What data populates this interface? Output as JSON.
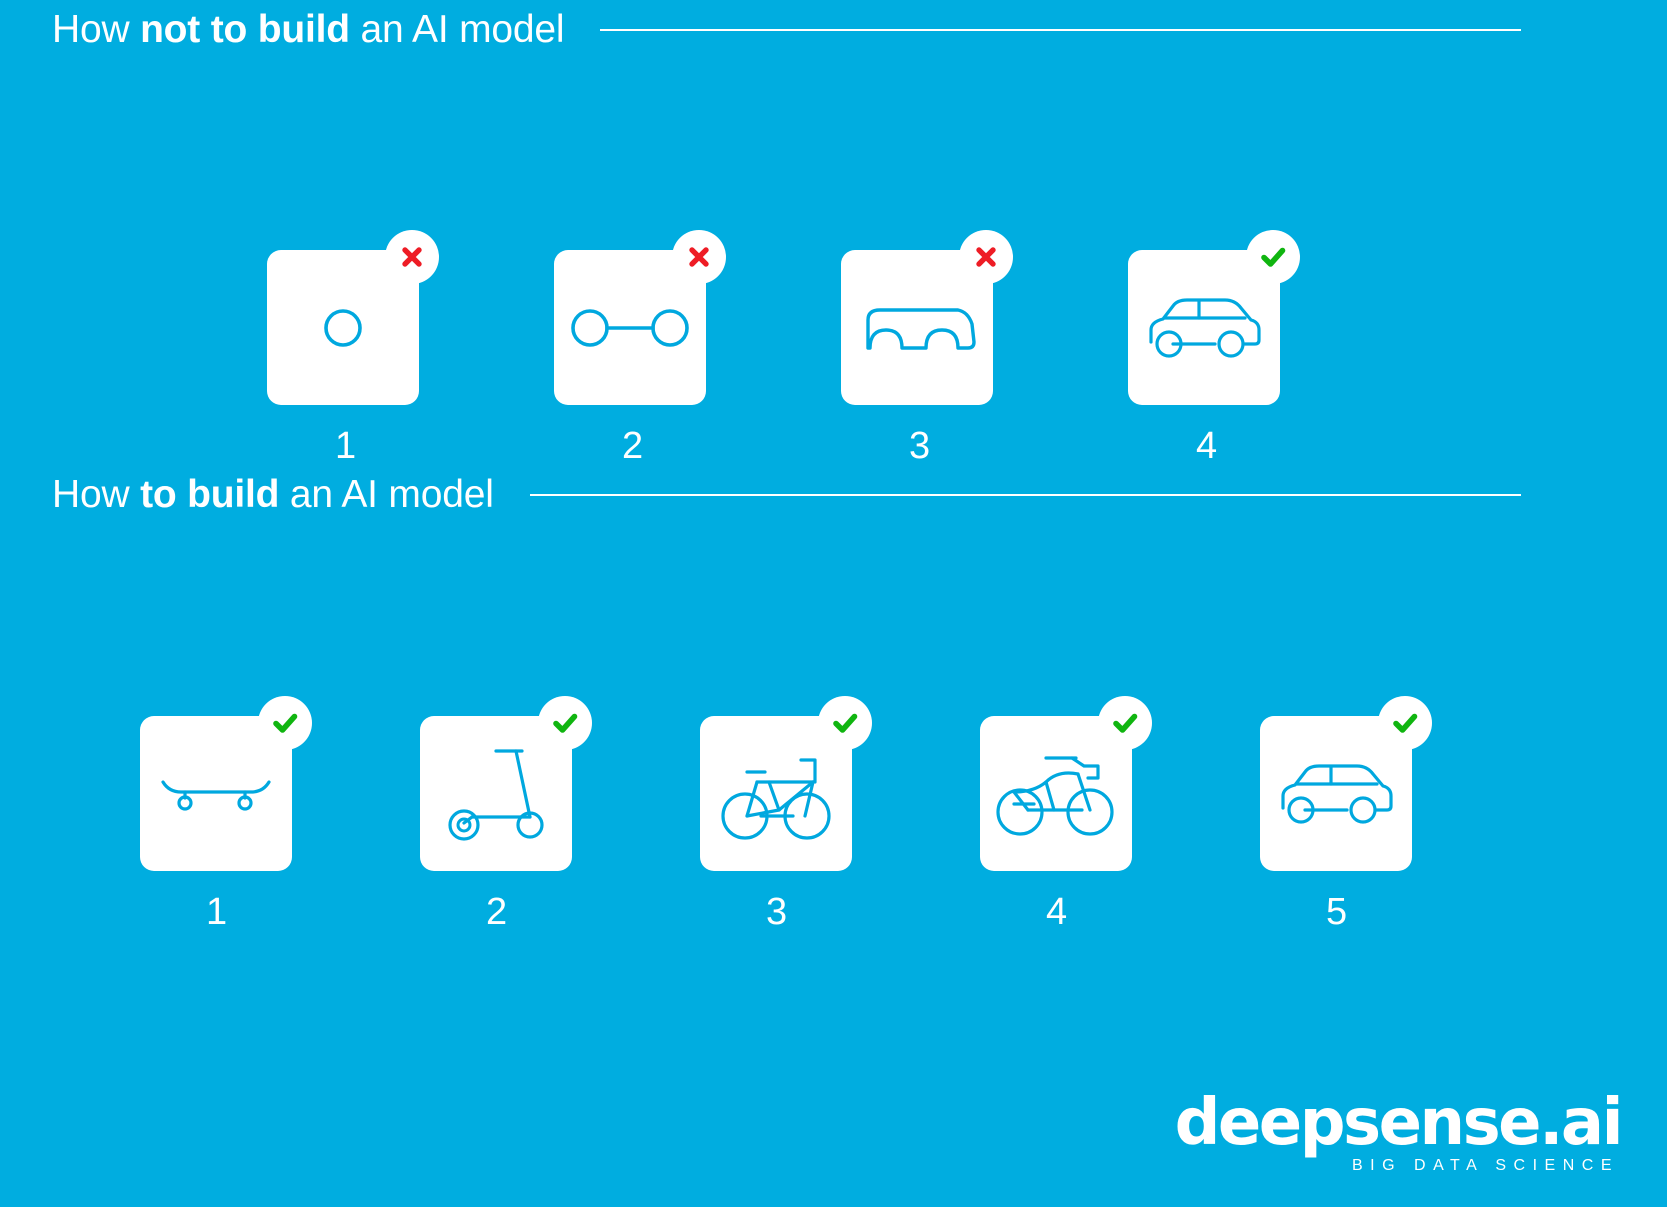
{
  "colors": {
    "background": "#00ADE0",
    "card": "#FFFFFF",
    "icon_stroke": "#00A8DF",
    "success": "#10B510",
    "error": "#EE1C25",
    "text": "#FFFFFF"
  },
  "sections": [
    {
      "id": "not",
      "heading_prefix": "How ",
      "heading_bold": "not to build",
      "heading_suffix": " an AI model",
      "heading_full": "How not to build an AI model",
      "rule": true,
      "cards": [
        {
          "label": "1",
          "icon": "wheel-icon",
          "badge": "cross-badge"
        },
        {
          "label": "2",
          "icon": "axle-two-wheels-icon",
          "badge": "cross-badge"
        },
        {
          "label": "3",
          "icon": "car-chassis-icon",
          "badge": "cross-badge"
        },
        {
          "label": "4",
          "icon": "car-icon",
          "badge": "check-badge"
        }
      ]
    },
    {
      "id": "yes",
      "heading_prefix": "How ",
      "heading_bold": "to build",
      "heading_suffix": " an AI model",
      "heading_full": "How to build an AI model",
      "rule": true,
      "cards": [
        {
          "label": "1",
          "icon": "skateboard-icon",
          "badge": "check-badge"
        },
        {
          "label": "2",
          "icon": "kick-scooter-icon",
          "badge": "check-badge"
        },
        {
          "label": "3",
          "icon": "bicycle-icon",
          "badge": "check-badge"
        },
        {
          "label": "4",
          "icon": "motorcycle-icon",
          "badge": "check-badge"
        },
        {
          "label": "5",
          "icon": "car-icon",
          "badge": "check-badge"
        }
      ]
    }
  ],
  "logo": {
    "word": "deepsense.ai",
    "tagline": "BIG DATA SCIENCE"
  }
}
